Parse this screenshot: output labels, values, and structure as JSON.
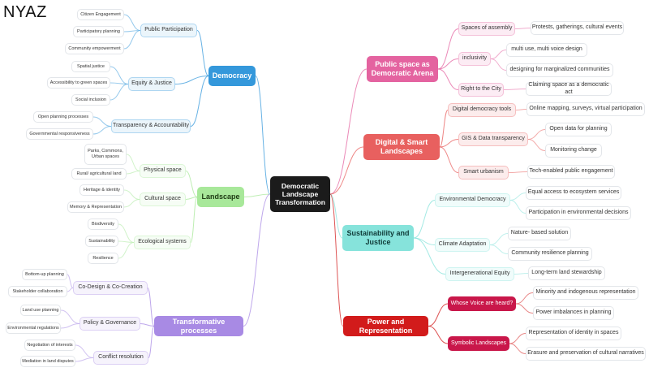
{
  "brand": "NYAZ",
  "center": "Democratic Landscape Transformation",
  "colors": {
    "democracy": "#3498db",
    "landscape": "#a8e89a",
    "transformative": "#a88ae4",
    "public_space": "#e463a0",
    "digital": "#e8605f",
    "sustainability": "#86e3db",
    "power": "#d21b1b"
  },
  "left": [
    {
      "label": "Democracy",
      "color": "#3498db",
      "text": "#ffffff",
      "subs": [
        {
          "label": "Public Participation",
          "leaves": [
            "Citizen Engagement",
            "Participatory planning",
            "Community empowerment"
          ]
        },
        {
          "label": "Equity & Justice",
          "leaves": [
            "Spatial justice",
            "Accessibility to green spaces",
            "Social inclusion"
          ]
        },
        {
          "label": "Transparency & Accountability",
          "leaves": [
            "Open planning processes",
            "Governmental responsiveness"
          ]
        }
      ]
    },
    {
      "label": "Landscape",
      "color": "#a8e89a",
      "text": "#1d3a12",
      "subs": [
        {
          "label": "Physical space",
          "leaves": [
            "Parks, Commons, Urban spaces",
            "Rural/ agricultural land"
          ]
        },
        {
          "label": "Cultural space",
          "leaves": [
            "Heritage & identity",
            "Memory & Representation"
          ]
        },
        {
          "label": "Ecological systems",
          "leaves": [
            "Biodiversity",
            "Sustainability",
            "Resilience"
          ]
        }
      ]
    },
    {
      "label": "Transformative processes",
      "color": "#a88ae4",
      "text": "#ffffff",
      "subs": [
        {
          "label": "Co-Design & Co-Creation",
          "leaves": [
            "Bottom-up planning",
            "Stakeholder collaboration"
          ]
        },
        {
          "label": "Policy & Governance",
          "leaves": [
            "Land use planning",
            "Environmental regulations"
          ]
        },
        {
          "label": "Conflict resolution",
          "leaves": [
            "Negotiation of interests",
            "Mediation in land disputes"
          ]
        }
      ]
    }
  ],
  "right": [
    {
      "label": "Public space as Democratic Arena",
      "color": "#e463a0",
      "text": "#ffffff",
      "subs": [
        {
          "label": "Spaces of assembly",
          "leaves": [
            "Protests, gatherings, cultural events"
          ]
        },
        {
          "label": "inclusivity",
          "leaves": [
            "multi use, multi voice design",
            "designing for marginalized communities"
          ]
        },
        {
          "label": "Right to the City",
          "leaves": [
            "Claiming space as a democratic act"
          ]
        }
      ]
    },
    {
      "label": "Digital & Smart Landscapes",
      "color": "#e8605f",
      "text": "#ffffff",
      "subs": [
        {
          "label": "Digital democracy tools",
          "leaves": [
            "Online mapping, surveys, virtual participation"
          ]
        },
        {
          "label": "GIS & Data transparency",
          "leaves": [
            "Open data for planning",
            "Monitoring change"
          ]
        },
        {
          "label": "Smart urbanism",
          "leaves": [
            "Tech-enabled public engagement"
          ]
        }
      ]
    },
    {
      "label": "Sustainability and Justice",
      "color": "#86e3db",
      "text": "#0f3a37",
      "subs": [
        {
          "label": "Environmental Democracy",
          "leaves": [
            "Equal access to ecosystem services",
            "Participation in environmental decisions"
          ]
        },
        {
          "label": "Climate Adaptation",
          "leaves": [
            "Nature- based solution",
            "Community resilience planning"
          ]
        },
        {
          "label": "Intergenerational Equity",
          "leaves": [
            "Long-term land stewardship"
          ]
        }
      ]
    },
    {
      "label": "Power and Representation",
      "color": "#d21b1b",
      "text": "#ffffff",
      "subs": [
        {
          "label": "Whose Voice are heard?",
          "leaves": [
            "Minority and indogenous representation",
            "Power imbalances in planning"
          ]
        },
        {
          "label": "Symbolic Landscapes",
          "leaves": [
            "Representation of identity in spaces",
            "Erasure and preservation of cultural narratives"
          ]
        }
      ]
    }
  ]
}
